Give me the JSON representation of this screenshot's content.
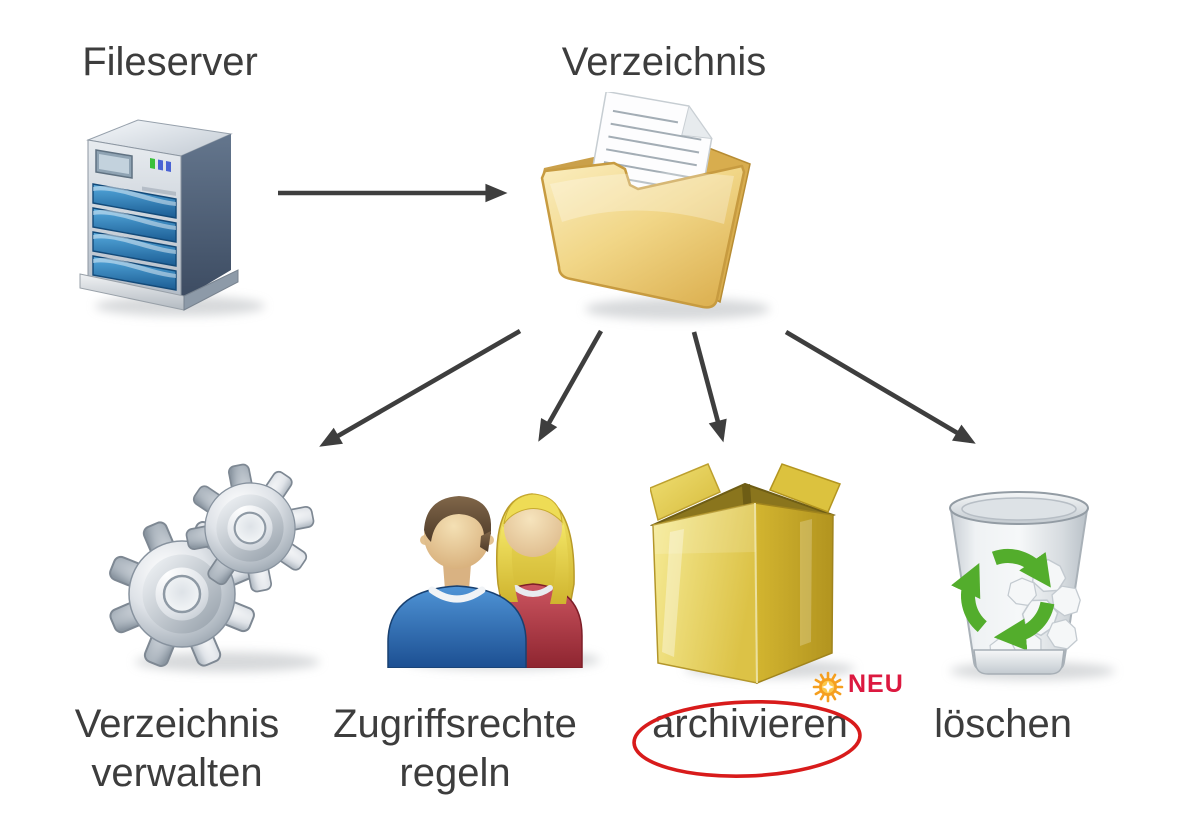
{
  "diagram": {
    "top": {
      "fileserver_label": "Fileserver",
      "verzeichnis_label": "Verzeichnis"
    },
    "bottom": {
      "verwalten_line1": "Verzeichnis",
      "verwalten_line2": "verwalten",
      "zugriff_line1": "Zugriffsrechte",
      "zugriff_line2": "regeln",
      "archivieren_label": "archivieren",
      "loeschen_label": "löschen",
      "neu_badge": "NEU"
    },
    "icons": {
      "fileserver": "server-tower-icon",
      "verzeichnis": "open-folder-document-icon",
      "verwalten": "gears-icon",
      "zugriffsrechte": "two-users-icon",
      "archivieren": "open-box-icon",
      "loeschen": "recycle-bin-icon"
    },
    "colors": {
      "label_text": "#3d3d3d",
      "arrow": "#3e3e3e",
      "highlight_ellipse": "#d81b1b",
      "neu_text": "#dc1940",
      "neu_star": "#f59f1e",
      "folder_yellow": "#ecc96f",
      "box_yellow": "#e3ca52",
      "recycle_green": "#53ad2c",
      "shirt_blue": "#2f6fb4",
      "shirt_red": "#b03a44",
      "drive_bay_blue": "#2f7db4"
    }
  }
}
